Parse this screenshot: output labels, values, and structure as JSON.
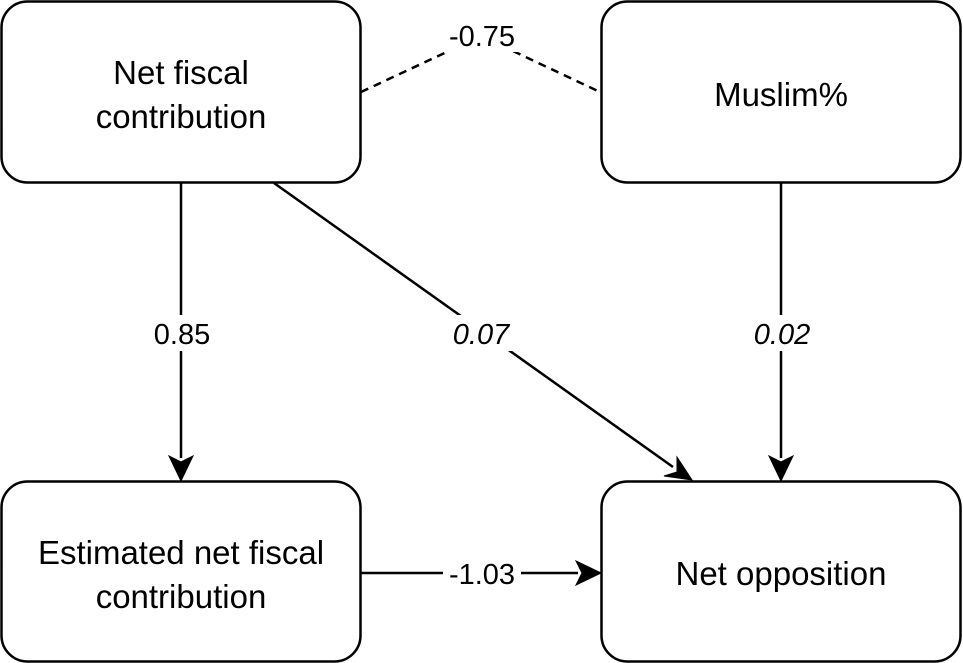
{
  "nodes": {
    "net_fiscal": {
      "lines": [
        "Net fiscal",
        "contribution"
      ]
    },
    "muslim": {
      "lines": [
        "Muslim%"
      ]
    },
    "estimated": {
      "lines": [
        "Estimated net fiscal",
        "contribution"
      ]
    },
    "opposition": {
      "lines": [
        "Net opposition"
      ]
    }
  },
  "edges": {
    "net_fiscal_muslim": {
      "label": "-0.75",
      "style": "dashed",
      "italic": false
    },
    "net_fiscal_estimated": {
      "label": "0.85",
      "style": "solid",
      "italic": false
    },
    "net_fiscal_opposition": {
      "label": "0.07",
      "style": "solid",
      "italic": true
    },
    "muslim_opposition": {
      "label": "0.02",
      "style": "solid",
      "italic": true
    },
    "estimated_opposition": {
      "label": "-1.03",
      "style": "solid",
      "italic": false
    }
  },
  "colors": {
    "stroke": "#000000",
    "background": "#ffffff"
  }
}
